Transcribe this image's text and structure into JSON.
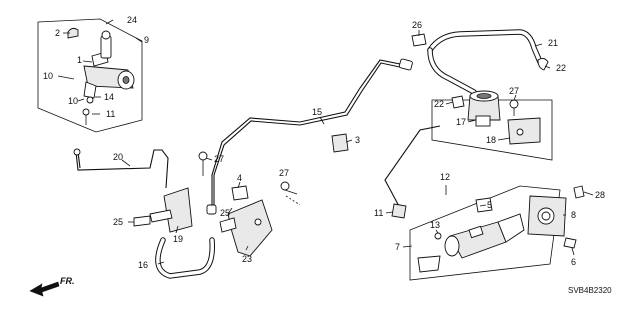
{
  "labels": {
    "l1": "1",
    "l2": "2",
    "l3": "3",
    "l4": "4",
    "l5": "5",
    "l6": "6",
    "l7": "7",
    "l8": "8",
    "l9": "9",
    "l10a": "10",
    "l10b": "10",
    "l11a": "11",
    "l11b": "11",
    "l12": "12",
    "l13": "13",
    "l14": "14",
    "l15": "15",
    "l16": "16",
    "l17": "17",
    "l18": "18",
    "l19": "19",
    "l20": "20",
    "l21": "21",
    "l22a": "22",
    "l22b": "22",
    "l23": "23",
    "l24": "24",
    "l25a": "25",
    "l25b": "25",
    "l26": "26",
    "l27a": "27",
    "l27b": "27",
    "l27c": "27",
    "l28": "28"
  },
  "direction_label": "FR.",
  "diagram_code": "SVB4B2320"
}
